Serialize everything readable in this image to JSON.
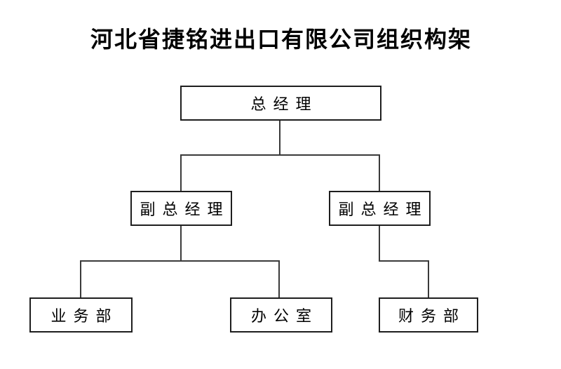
{
  "title": "河北省捷铭进出口有限公司组织构架",
  "org_chart": {
    "root": {
      "label": "总经理"
    },
    "level2": [
      {
        "label": "副总经理"
      },
      {
        "label": "副总经理"
      }
    ],
    "level3": [
      {
        "label": "业务部"
      },
      {
        "label": "办公室"
      },
      {
        "label": "财务部"
      }
    ]
  },
  "colors": {
    "line": "#3a3a3a",
    "text": "#000000",
    "background": "#ffffff"
  }
}
